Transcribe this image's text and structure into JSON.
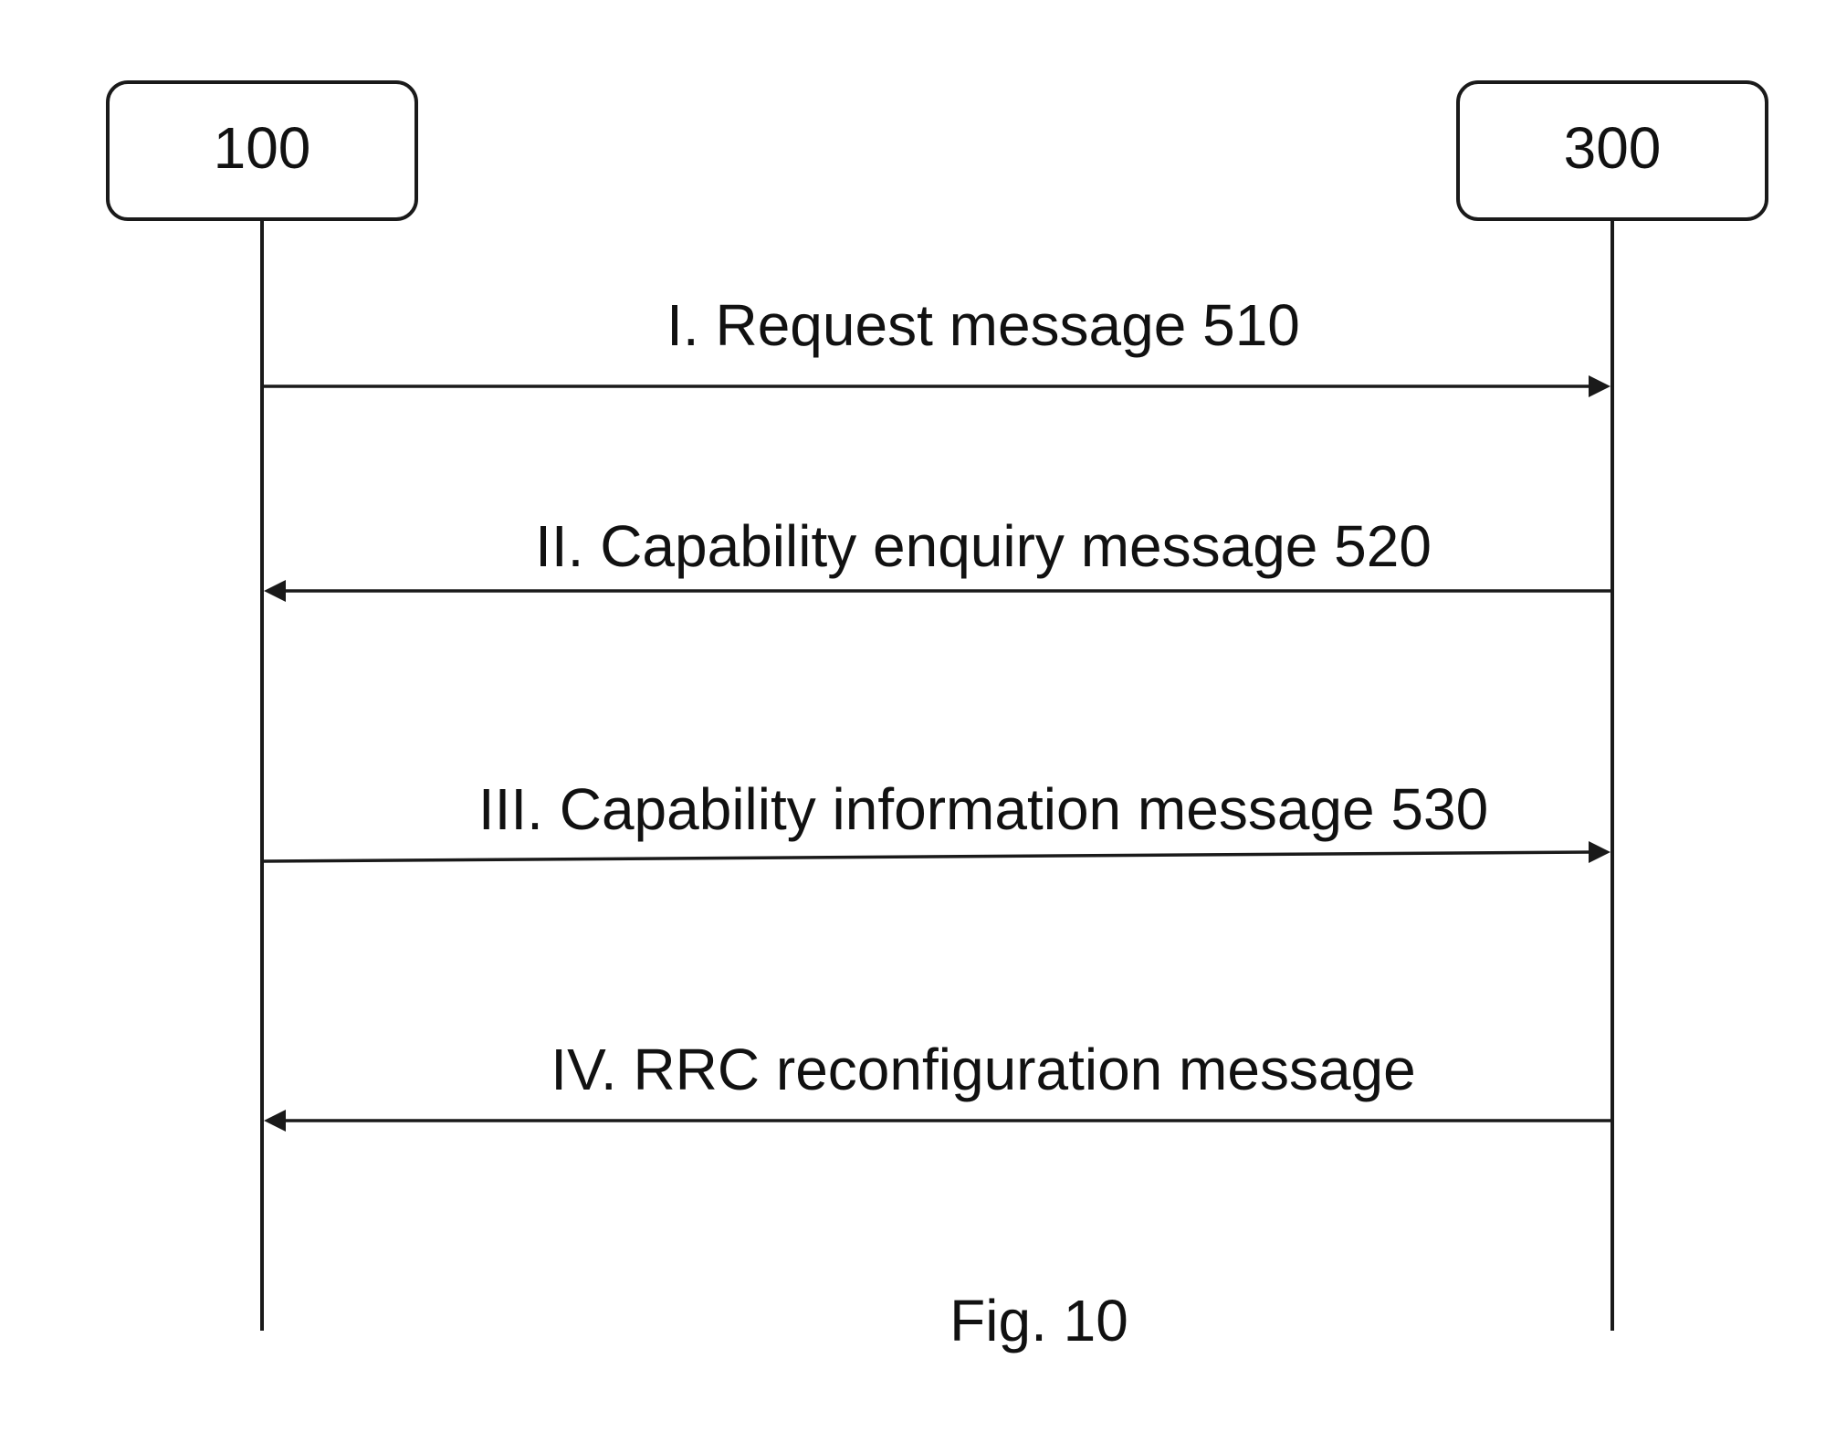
{
  "entities": [
    {
      "id": "left",
      "label": "100"
    },
    {
      "id": "right",
      "label": "300"
    }
  ],
  "messages": [
    {
      "label": "I. Request message 510",
      "from": "100",
      "to": "300"
    },
    {
      "label": "II. Capability enquiry message 520",
      "from": "300",
      "to": "100"
    },
    {
      "label": "III. Capability information message 530",
      "from": "100",
      "to": "300"
    },
    {
      "label": "IV. RRC reconfiguration message",
      "from": "300",
      "to": "100"
    }
  ],
  "caption": "Fig. 10"
}
